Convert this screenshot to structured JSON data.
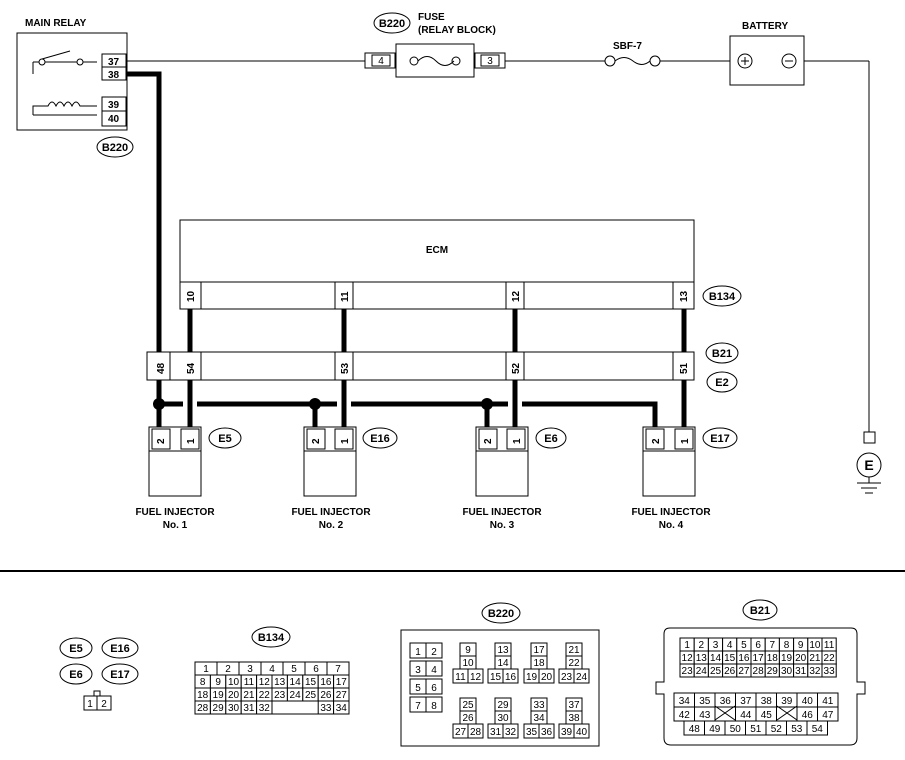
{
  "labels": {
    "main_relay": "MAIN RELAY",
    "fuse_line1": "FUSE",
    "fuse_line2": "(RELAY BLOCK)",
    "sbf": "SBF-7",
    "battery": "BATTERY",
    "ecm": "ECM",
    "ground": "E"
  },
  "relay_pins": [
    "37",
    "38",
    "39",
    "40"
  ],
  "fuse_pins": [
    "4",
    "3"
  ],
  "ecm_pins": [
    "10",
    "11",
    "12",
    "13"
  ],
  "joint_pins": [
    "48",
    "54",
    "53",
    "52",
    "51"
  ],
  "connectors": {
    "b220": "B220",
    "b134": "B134",
    "b21": "B21",
    "e2": "E2"
  },
  "injectors": [
    {
      "line1": "FUEL INJECTOR",
      "line2": "No. 1",
      "conn": "E5",
      "pins": [
        "2",
        "1"
      ]
    },
    {
      "line1": "FUEL INJECTOR",
      "line2": "No. 2",
      "conn": "E16",
      "pins": [
        "2",
        "1"
      ]
    },
    {
      "line1": "FUEL INJECTOR",
      "line2": "No. 3",
      "conn": "E6",
      "pins": [
        "2",
        "1"
      ]
    },
    {
      "line1": "FUEL INJECTOR",
      "line2": "No. 4",
      "conn": "E17",
      "pins": [
        "2",
        "1"
      ]
    }
  ],
  "connector_views": {
    "e_group": {
      "names": [
        "E5",
        "E16",
        "E6",
        "E17"
      ],
      "pins": [
        "1",
        "2"
      ]
    },
    "b134": {
      "title": "B134",
      "rows": [
        [
          "1",
          "2",
          "3",
          "4",
          "5",
          "6",
          "7"
        ],
        [
          "8",
          "9",
          "10",
          "11",
          "12",
          "13",
          "14",
          "15",
          "16",
          "17"
        ],
        [
          "18",
          "19",
          "20",
          "21",
          "22",
          "23",
          "24",
          "25",
          "26",
          "27"
        ],
        [
          "28",
          "29",
          "30",
          "31",
          "32",
          "33",
          "34"
        ]
      ]
    },
    "b220": {
      "title": "B220",
      "pairs": [
        [
          "1",
          "2"
        ],
        [
          "3",
          "4"
        ],
        [
          "5",
          "6"
        ],
        [
          "7",
          "8"
        ]
      ],
      "columns": [
        {
          "top": [
            "9"
          ],
          "mid": [
            "10"
          ],
          "bot": [
            "11",
            "12"
          ]
        },
        {
          "top": [
            "13"
          ],
          "mid": [
            "14"
          ],
          "bot": [
            "15",
            "16"
          ]
        },
        {
          "top": [
            "17"
          ],
          "mid": [
            "18"
          ],
          "bot": [
            "19",
            "20"
          ]
        },
        {
          "top": [
            "21"
          ],
          "mid": [
            "22"
          ],
          "bot": [
            "23",
            "24"
          ]
        }
      ],
      "columns_low": [
        {
          "top": [
            "25"
          ],
          "mid": [
            "26"
          ],
          "bot": [
            "27",
            "28"
          ]
        },
        {
          "top": [
            "29"
          ],
          "mid": [
            "30"
          ],
          "bot": [
            "31",
            "32"
          ]
        },
        {
          "top": [
            "33"
          ],
          "mid": [
            "34"
          ],
          "bot": [
            "35",
            "36"
          ]
        },
        {
          "top": [
            "37"
          ],
          "mid": [
            "38"
          ],
          "bot": [
            "39",
            "40"
          ]
        }
      ]
    },
    "b21": {
      "title": "B21",
      "rows_top": [
        [
          "1",
          "2",
          "3",
          "4",
          "5",
          "6",
          "7",
          "8",
          "9",
          "10",
          "11"
        ],
        [
          "12",
          "13",
          "14",
          "15",
          "16",
          "17",
          "18",
          "19",
          "20",
          "21",
          "22"
        ],
        [
          "23",
          "24",
          "25",
          "26",
          "27",
          "28",
          "29",
          "30",
          "31",
          "32",
          "33"
        ]
      ],
      "rows_bottom": [
        [
          "34",
          "35",
          "36",
          "37",
          "38",
          "39",
          "40",
          "41"
        ],
        [
          "42",
          "43",
          "",
          "44",
          "45",
          "",
          "46",
          "47"
        ],
        [
          "48",
          "49",
          "50",
          "51",
          "52",
          "53",
          "54"
        ]
      ]
    }
  }
}
